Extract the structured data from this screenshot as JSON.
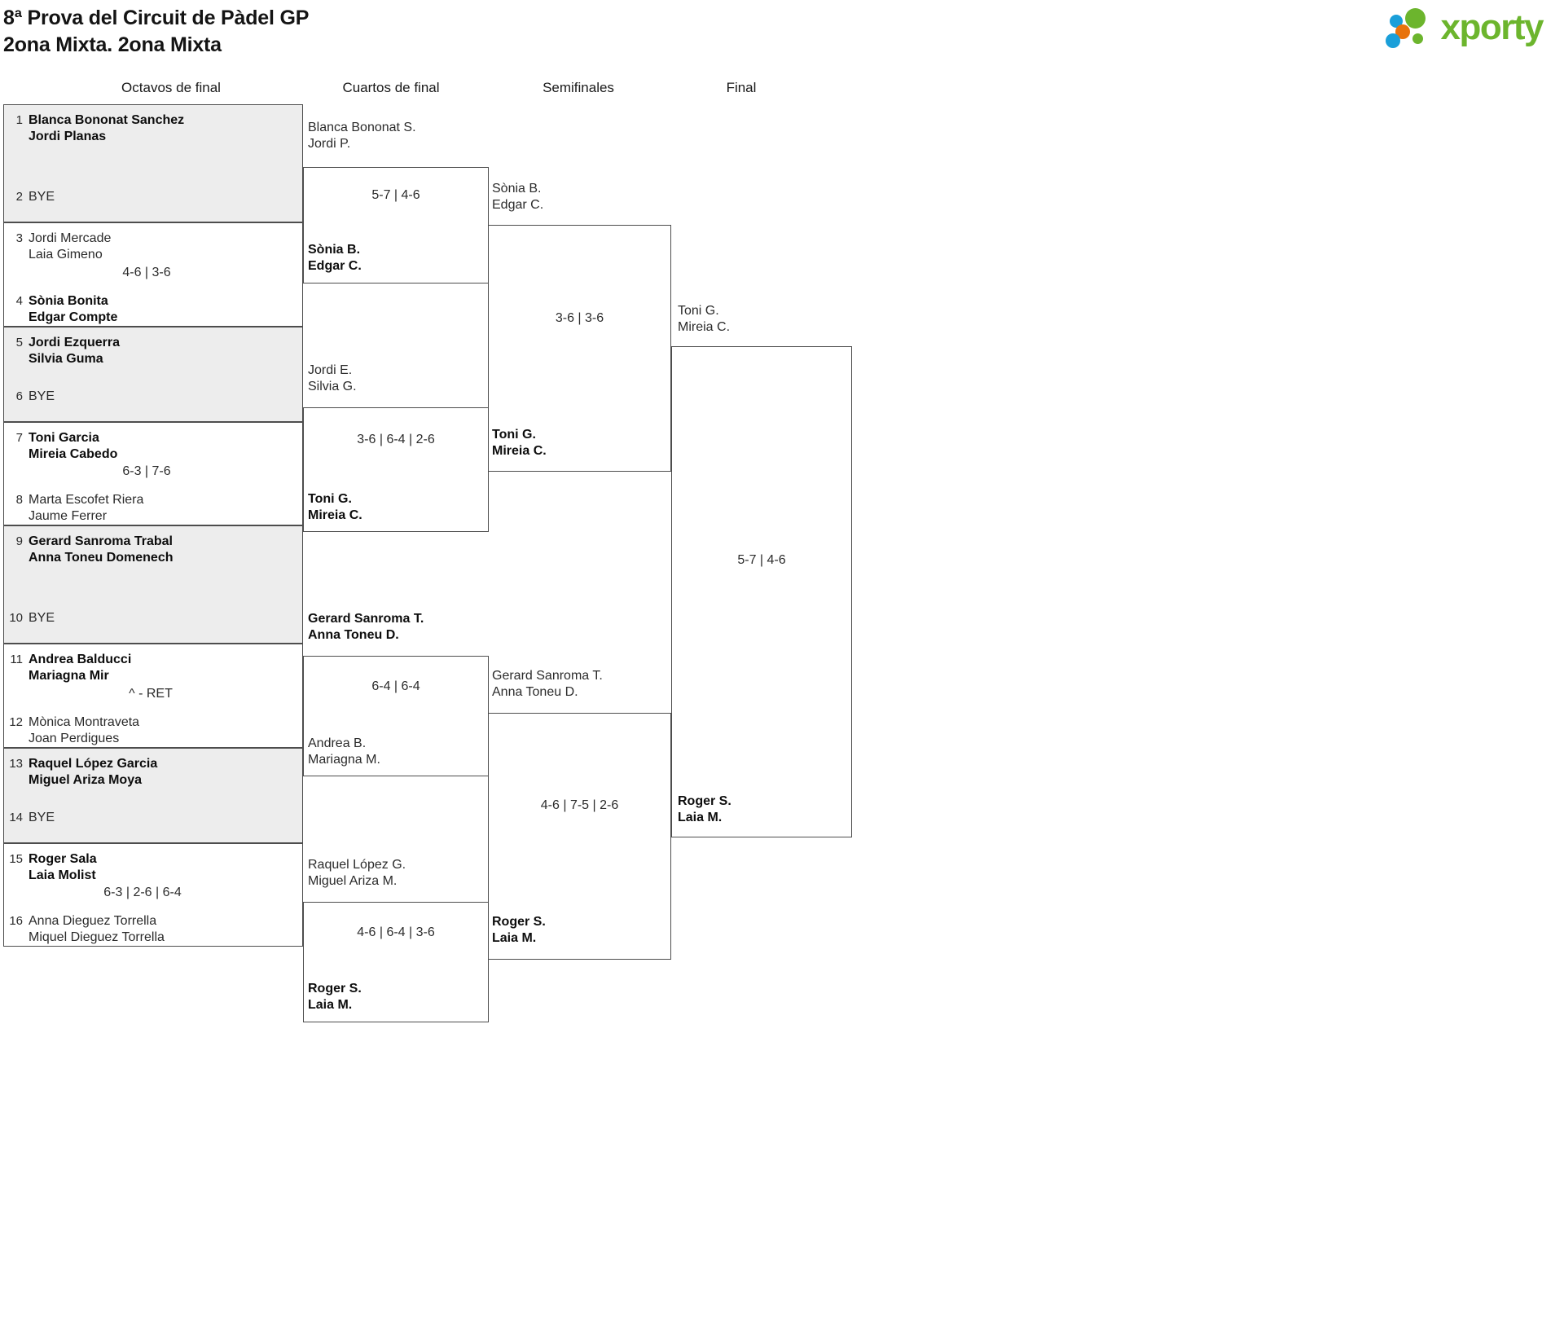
{
  "header": {
    "title_line1": "8ª Prova del Circuit de Pàdel GP",
    "title_line2": "2ona Mixta. 2ona Mixta",
    "logo_text": "xporty",
    "logo_colors": {
      "green": "#6cb52d",
      "blue": "#1a9fd9",
      "orange": "#e8730c"
    }
  },
  "rounds": [
    {
      "label": "Octavos de final"
    },
    {
      "label": "Cuartos de final"
    },
    {
      "label": "Semifinales"
    },
    {
      "label": "Final"
    }
  ],
  "round1": {
    "matches": [
      {
        "shaded": true,
        "top": {
          "seed": "1",
          "line1": "Blanca Bononat Sanchez",
          "line2": "Jordi Planas",
          "winner": true
        },
        "bottom": {
          "seed": "2",
          "line1": "BYE",
          "line2": "",
          "winner": false
        },
        "score": ""
      },
      {
        "shaded": false,
        "top": {
          "seed": "3",
          "line1": "Jordi Mercade",
          "line2": "Laia Gimeno",
          "winner": false
        },
        "bottom": {
          "seed": "4",
          "line1": "Sònia Bonita",
          "line2": "Edgar Compte",
          "winner": true
        },
        "score": "4-6 | 3-6"
      },
      {
        "shaded": true,
        "top": {
          "seed": "5",
          "line1": "Jordi Ezquerra",
          "line2": "Silvia Guma",
          "winner": true
        },
        "bottom": {
          "seed": "6",
          "line1": "BYE",
          "line2": "",
          "winner": false
        },
        "score": ""
      },
      {
        "shaded": false,
        "top": {
          "seed": "7",
          "line1": "Toni Garcia",
          "line2": "Mireia Cabedo",
          "winner": true
        },
        "bottom": {
          "seed": "8",
          "line1": "Marta Escofet Riera",
          "line2": "Jaume Ferrer",
          "winner": false
        },
        "score": "6-3 | 7-6"
      },
      {
        "shaded": true,
        "top": {
          "seed": "9",
          "line1": "Gerard Sanroma Trabal",
          "line2": "Anna Toneu Domenech",
          "winner": true
        },
        "bottom": {
          "seed": "10",
          "line1": "BYE",
          "line2": "",
          "winner": false
        },
        "score": ""
      },
      {
        "shaded": false,
        "top": {
          "seed": "11",
          "line1": "Andrea Balducci",
          "line2": "Mariagna Mir",
          "winner": true
        },
        "bottom": {
          "seed": "12",
          "line1": "Mònica Montraveta",
          "line2": "Joan Perdigues",
          "winner": false
        },
        "score": "^ - RET"
      },
      {
        "shaded": true,
        "top": {
          "seed": "13",
          "line1": "Raquel López Garcia",
          "line2": "Miguel Ariza Moya",
          "winner": true
        },
        "bottom": {
          "seed": "14",
          "line1": "BYE",
          "line2": "",
          "winner": false
        },
        "score": ""
      },
      {
        "shaded": false,
        "top": {
          "seed": "15",
          "line1": "Roger Sala",
          "line2": "Laia Molist",
          "winner": true
        },
        "bottom": {
          "seed": "16",
          "line1": "Anna Dieguez Torrella",
          "line2": "Miquel Dieguez Torrella",
          "winner": false
        },
        "score": "6-3 | 2-6 | 6-4"
      }
    ]
  },
  "round2": {
    "matches": [
      {
        "top": {
          "line1": "Blanca Bononat S.",
          "line2": "Jordi P.",
          "winner": false
        },
        "bottom": {
          "line1": "Sònia B.",
          "line2": "Edgar C.",
          "winner": true
        },
        "score": "5-7 | 4-6"
      },
      {
        "top": {
          "line1": "Jordi E.",
          "line2": "Silvia G.",
          "winner": false
        },
        "bottom": {
          "line1": "Toni G.",
          "line2": "Mireia C.",
          "winner": true
        },
        "score": "3-6 | 6-4 | 2-6"
      },
      {
        "top": {
          "line1": "Gerard Sanroma T.",
          "line2": "Anna Toneu D.",
          "winner": true
        },
        "bottom": {
          "line1": "Andrea B.",
          "line2": "Mariagna M.",
          "winner": false
        },
        "score": "6-4 | 6-4"
      },
      {
        "top": {
          "line1": "Raquel López G.",
          "line2": "Miguel Ariza M.",
          "winner": false
        },
        "bottom": {
          "line1": "Roger S.",
          "line2": "Laia M.",
          "winner": true
        },
        "score": "4-6 | 6-4 | 3-6"
      }
    ]
  },
  "round3": {
    "matches": [
      {
        "top": {
          "line1": "Sònia B.",
          "line2": "Edgar C.",
          "winner": false
        },
        "bottom": {
          "line1": "Toni G.",
          "line2": "Mireia C.",
          "winner": true
        },
        "score": "3-6 | 3-6"
      },
      {
        "top": {
          "line1": "Gerard Sanroma T.",
          "line2": "Anna Toneu D.",
          "winner": false
        },
        "bottom": {
          "line1": "Roger S.",
          "line2": "Laia M.",
          "winner": true
        },
        "score": "4-6 | 7-5 | 2-6"
      }
    ]
  },
  "round4": {
    "matches": [
      {
        "top": {
          "line1": "Toni G.",
          "line2": "Mireia C.",
          "winner": false
        },
        "bottom": {
          "line1": "Roger S.",
          "line2": "Laia M.",
          "winner": true
        },
        "score": "5-7 | 4-6"
      }
    ]
  }
}
